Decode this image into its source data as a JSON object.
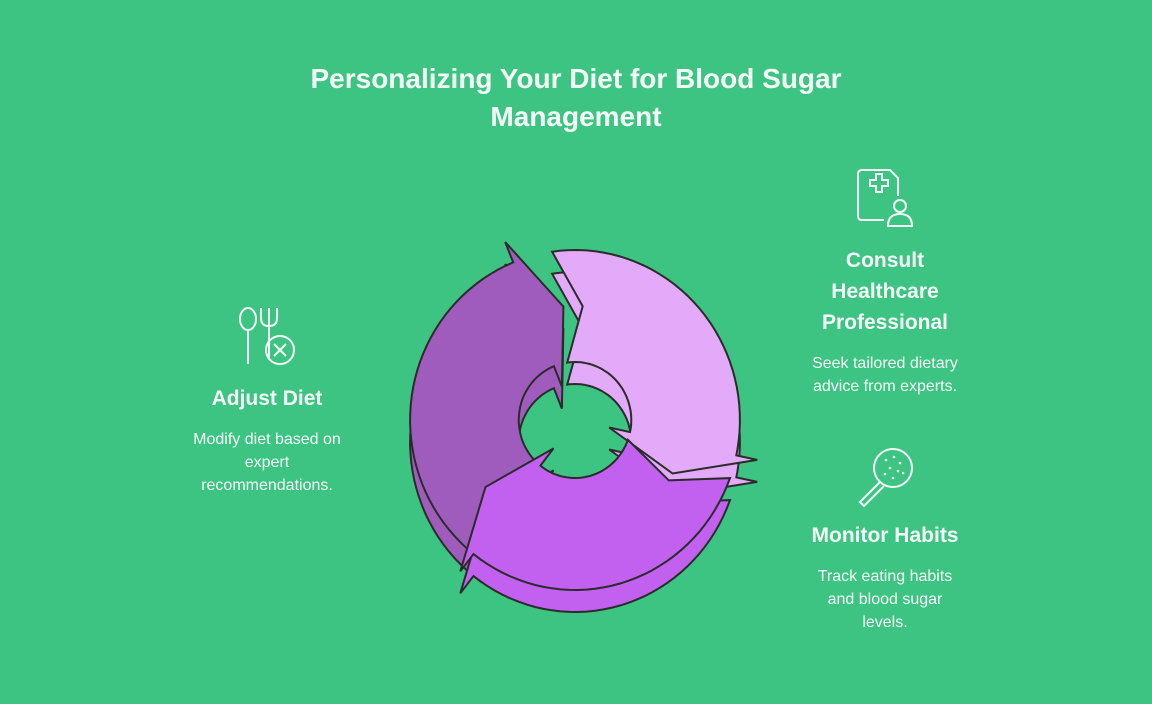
{
  "title": {
    "line1": "Personalizing Your Diet for Blood Sugar",
    "line2": "Management"
  },
  "steps": [
    {
      "icon": "fork-spoon-cancel-icon",
      "title": "Adjust Diet",
      "desc": [
        "Modify diet based on",
        "expert",
        "recommendations."
      ]
    },
    {
      "icon": "medical-document-person-icon",
      "title": [
        "Consult",
        "Healthcare",
        "Professional"
      ],
      "desc": [
        "Seek tailored dietary",
        "advice from experts."
      ]
    },
    {
      "icon": "magnifier-icon",
      "title": "Monitor Habits",
      "desc": [
        "Track eating habits",
        "and blood sugar",
        "levels."
      ]
    }
  ],
  "colors": {
    "background": "#3dc482",
    "adjust": "#a05cbd",
    "consult": "#e2aaf8",
    "monitor": "#c261ef",
    "stroke": "#2b2b2b"
  }
}
